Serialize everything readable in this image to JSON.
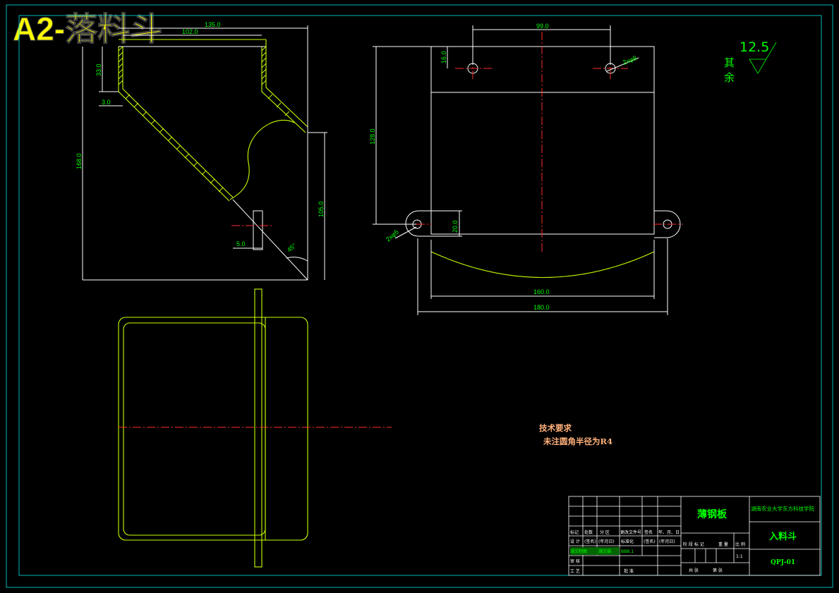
{
  "title": "A2-落料斗",
  "colors": {
    "dimension": "#00ff00",
    "outline": "#ffffff",
    "part": "#c8ff00",
    "centerline": "#ff2a2a",
    "frame": "#00e5e5",
    "title": "#ffff00",
    "notes": "#ffb07a"
  },
  "dimensions": {
    "overall_width": "135.0",
    "inner_width": "102.0",
    "top_vertical": "33.0",
    "wall": "3.0",
    "overall_height": "168.0",
    "right_height": "105.0",
    "slot_width": "5.0",
    "angle": "45°",
    "hole_spacing": "99.0",
    "hole_offset": "16.0",
    "hole_callout_top": "2xφ8",
    "tab_height": "128.0",
    "tab_width": "20.0",
    "hole_callout_side": "2xφ5",
    "bottom_width": "160.0",
    "total_width": "180.0"
  },
  "roughness": {
    "rest_label": "其余",
    "value": "12.5"
  },
  "technical_requirements": {
    "heading": "技术要求",
    "note": "未注圆角半径为R4"
  },
  "title_block": {
    "material": "薄钢板",
    "school": "湖南农业大学东方科技学院",
    "part_name": "入料斗",
    "drawing_no": "QPJ-01",
    "scale": "1:1",
    "header_labels": [
      "标记",
      "处数",
      "分 区",
      "更改文件号",
      "签名",
      "年、月、日"
    ],
    "row_labels": [
      "设 计",
      "(签名)",
      "(年月日)",
      "标准化",
      "(签名)",
      "(年月日)"
    ],
    "review_labels": [
      "审 核",
      "工 艺",
      "批 准"
    ],
    "stage_labels": [
      "阶 段 标 记",
      "重 量",
      "比 例"
    ],
    "sheet_labels": [
      "共 张",
      "第 张"
    ],
    "green_labels": [
      "湖文制图",
      "湖文描",
      "BBB.1"
    ]
  }
}
